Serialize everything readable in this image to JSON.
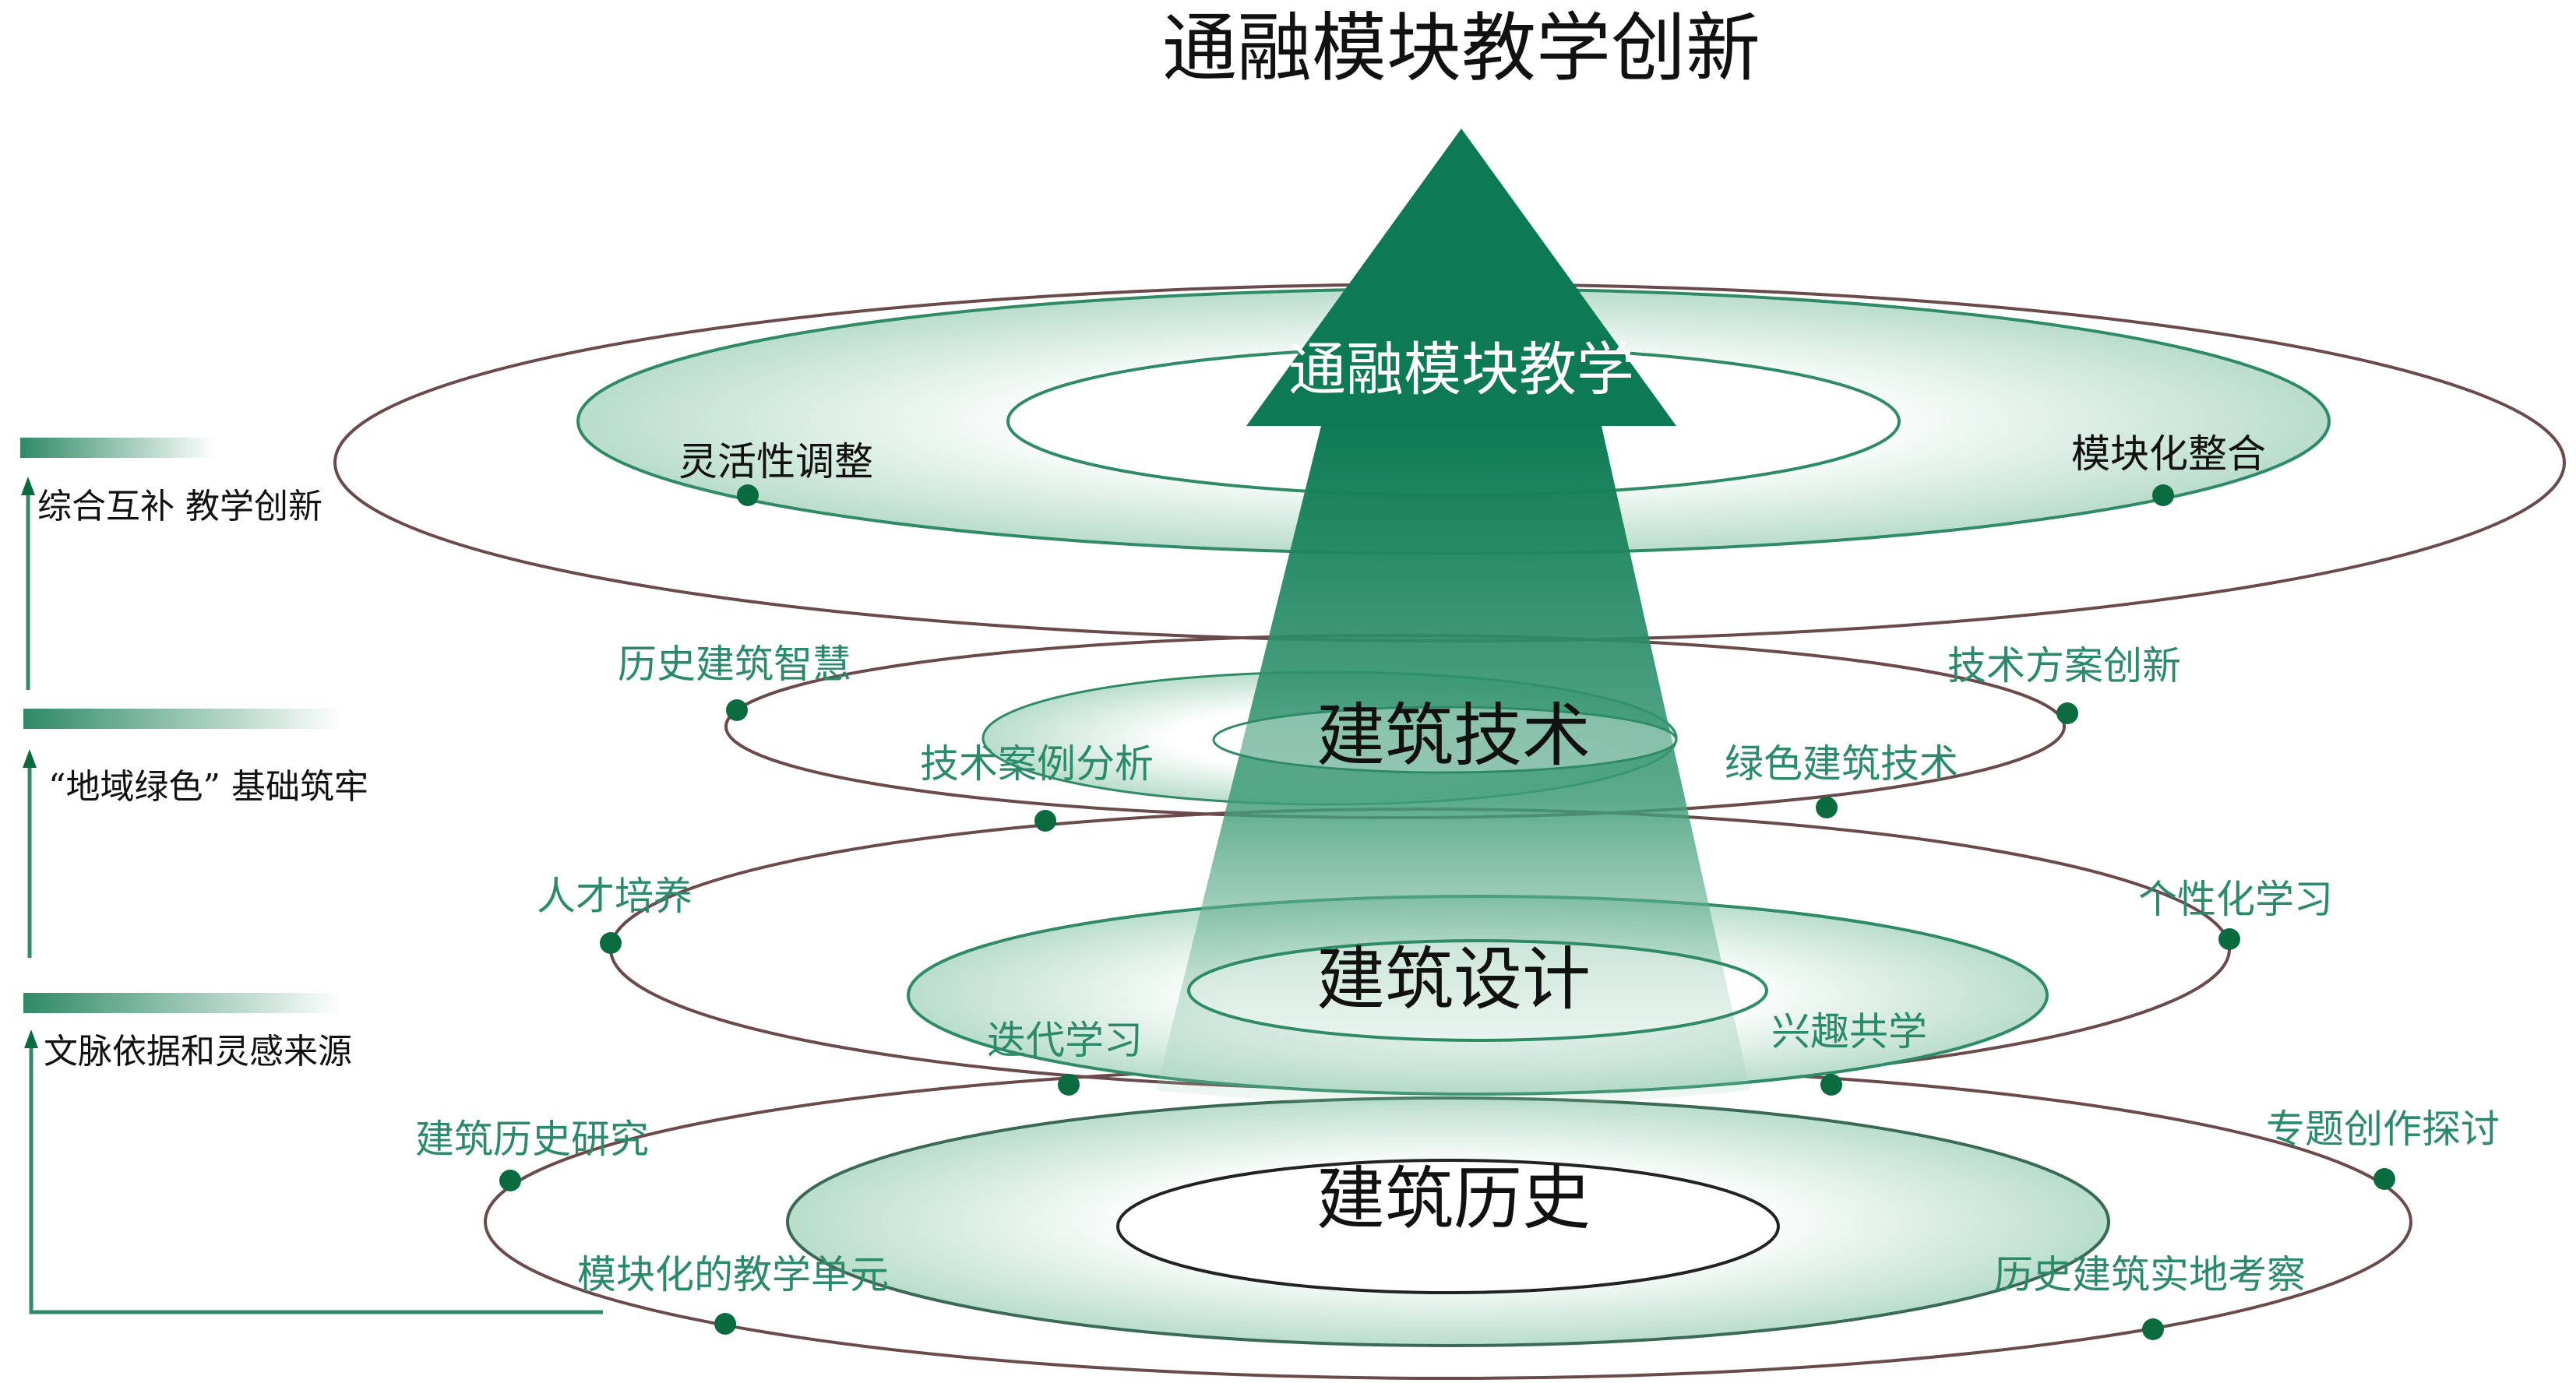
{
  "title": "通融模块教学创新",
  "colors": {
    "accent": "#0b6b40",
    "label_green": "#2b8a6c",
    "ring_fill": "#cfe8dc"
  },
  "levels": [
    {
      "name": "通融模块教学",
      "left_label": "灵活性调整",
      "right_label": "模块化整合"
    },
    {
      "name": "建筑技术",
      "outer_left": "历史建筑智慧",
      "outer_right": "技术方案创新",
      "inner_left": "技术案例分析",
      "inner_right": "绿色建筑技术"
    },
    {
      "name": "建筑设计",
      "outer_left": "人才培养",
      "outer_right": "个性化学习",
      "inner_left": "迭代学习",
      "inner_right": "兴趣共学"
    },
    {
      "name": "建筑历史",
      "outer_left": "建筑历史研究",
      "outer_right": "专题创作探讨",
      "inner_left": "模块化的教学单元",
      "inner_right": "历史建筑实地考察"
    }
  ],
  "side_stages": [
    "综合互补 教学创新",
    "“地域绿色” 基础筑牢",
    "文脉依据和灵感来源"
  ]
}
